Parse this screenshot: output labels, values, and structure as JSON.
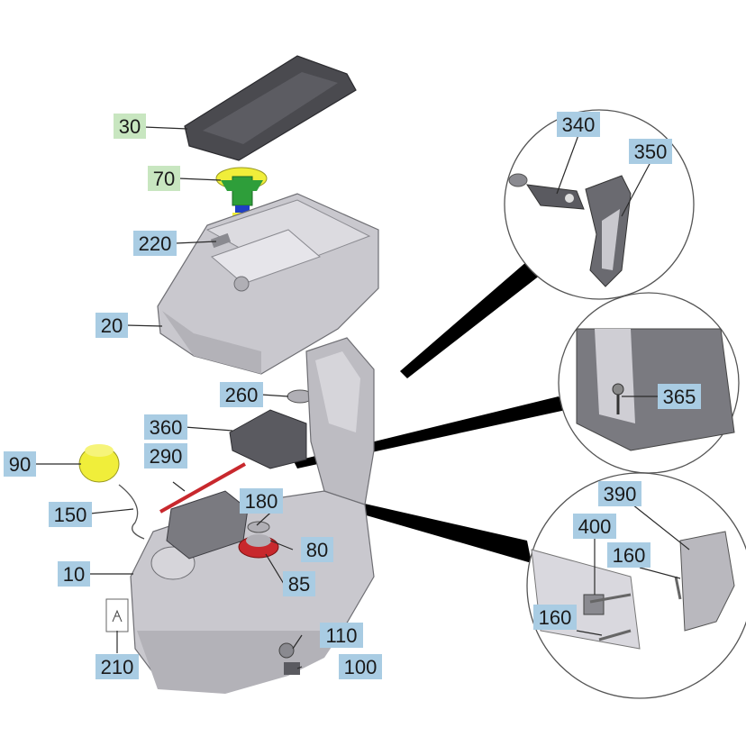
{
  "colors": {
    "label_blue": "#a9cce3",
    "label_green": "#c8e6c0",
    "part_grey": "#c9c8ce",
    "part_dark": "#4a4a4f",
    "accent_yellow": "#f0ee3a",
    "accent_green": "#2e9e3a",
    "accent_red": "#c8282d",
    "accent_blue": "#1f3fc4"
  },
  "parts": [
    {
      "id": "p30",
      "text": "30",
      "tone": "green"
    },
    {
      "id": "p70",
      "text": "70",
      "tone": "green"
    },
    {
      "id": "p220",
      "text": "220",
      "tone": "blue"
    },
    {
      "id": "p20",
      "text": "20",
      "tone": "blue"
    },
    {
      "id": "p260",
      "text": "260",
      "tone": "blue"
    },
    {
      "id": "p360",
      "text": "360",
      "tone": "blue"
    },
    {
      "id": "p290",
      "text": "290",
      "tone": "blue"
    },
    {
      "id": "p90",
      "text": "90",
      "tone": "blue"
    },
    {
      "id": "p150",
      "text": "150",
      "tone": "blue"
    },
    {
      "id": "p180",
      "text": "180",
      "tone": "blue"
    },
    {
      "id": "p80",
      "text": "80",
      "tone": "blue"
    },
    {
      "id": "p85",
      "text": "85",
      "tone": "blue"
    },
    {
      "id": "p10",
      "text": "10",
      "tone": "blue"
    },
    {
      "id": "p110",
      "text": "110",
      "tone": "blue"
    },
    {
      "id": "p100",
      "text": "100",
      "tone": "blue"
    },
    {
      "id": "p210",
      "text": "210",
      "tone": "blue"
    },
    {
      "id": "p340",
      "text": "340",
      "tone": "blue"
    },
    {
      "id": "p350",
      "text": "350",
      "tone": "blue"
    },
    {
      "id": "p365",
      "text": "365",
      "tone": "blue"
    },
    {
      "id": "p390",
      "text": "390",
      "tone": "blue"
    },
    {
      "id": "p400",
      "text": "400",
      "tone": "blue"
    },
    {
      "id": "p160a",
      "text": "160",
      "tone": "blue"
    },
    {
      "id": "p160b",
      "text": "160",
      "tone": "blue"
    }
  ]
}
